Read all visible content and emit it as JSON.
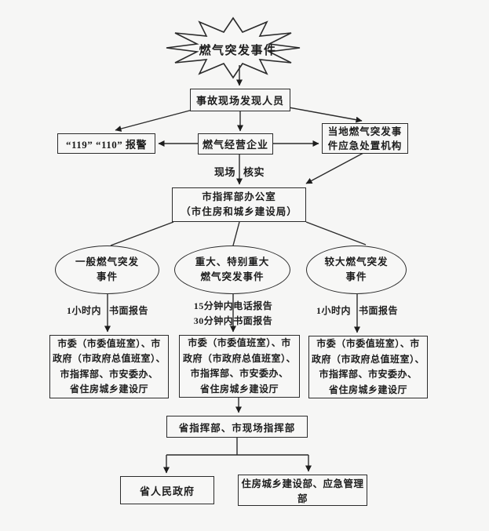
{
  "colors": {
    "background": "#f6f6f5",
    "ink": "#1d1d1d",
    "line": "#2b2b2b",
    "node_fill": "#f7f7f6"
  },
  "diagram": {
    "trigger": "燃气突发事件",
    "discoverer": "事故现场发现人员",
    "alarm": "“119” “110” 报警",
    "enterprise": "燃气经营企业",
    "local_agency": "当地燃气突发事\n件应急处置机构",
    "command_office": "市指挥部办公室\n（市住房和城乡建设局）",
    "event_general": "一般燃气突发\n事件",
    "event_major": "重大、特别重大\n燃气突发事件",
    "event_larger": "较大燃气突发\n事件",
    "report_targets": "市委（市委值班室）、市\n政府（市政府总值班室）、\n市指挥部、市安委办、\n省住房城乡建设厅",
    "field_hq": "省指挥部、市现场指挥部",
    "provincial_gov": "省人民政府",
    "ministries": "住房城乡建设部、应急管理部"
  },
  "edge_labels": {
    "verify_left": "现场",
    "verify_right": "核实",
    "general_time": "1小时内",
    "general_mode": "书面报告",
    "major_time_phone": "15分钟内",
    "major_mode_phone": "电话报告",
    "major_time_written": "30分钟内",
    "major_mode_written": "书面报告",
    "larger_time": "1小时内",
    "larger_mode": "书面报告"
  }
}
